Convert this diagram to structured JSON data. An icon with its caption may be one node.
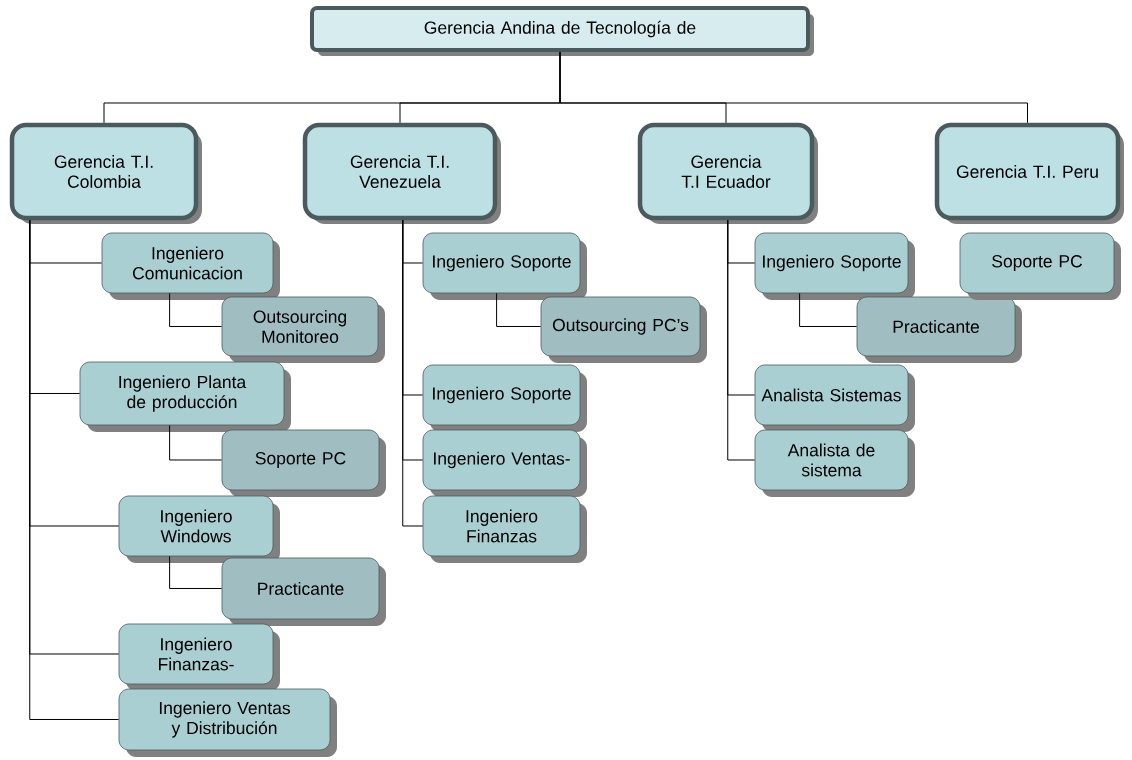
{
  "diagram": {
    "nodes": [
      {
        "text": [
          "Gerencia Andina de Tecnología de"
        ]
      },
      {
        "text": [
          "Gerencia T.I. Colombia"
        ]
      },
      {
        "text": [
          "Gerencia T.I. Venezuela"
        ]
      },
      {
        "text": [
          "Gerencia T.I Ecuador"
        ]
      },
      {
        "text": [
          "Gerencia T.I. Peru"
        ]
      },
      {
        "text": [
          "Ingeniero Comunicacion"
        ]
      },
      {
        "text": [
          "Outsourcing Monitoreo"
        ]
      },
      {
        "text": [
          "Ingeniero Planta de producción"
        ]
      },
      {
        "text": [
          "Soporte PC"
        ]
      },
      {
        "text": [
          "Ingeniero Windows"
        ]
      },
      {
        "text": [
          "Practicante"
        ]
      },
      {
        "text": [
          "Ingeniero Finanzas-"
        ]
      },
      {
        "text": [
          "Ingeniero Ventas y Distribución"
        ]
      },
      {
        "text": [
          "Ingeniero Soporte"
        ]
      },
      {
        "text": [
          "Outsourcing PC’s"
        ]
      },
      {
        "text": [
          "Ingeniero Soporte"
        ]
      },
      {
        "text": [
          "Ingeniero Ventas-"
        ]
      },
      {
        "text": [
          "Ingeniero Finanzas"
        ]
      },
      {
        "text": [
          "Ingeniero Soporte"
        ]
      },
      {
        "text": [
          "Practicante"
        ]
      },
      {
        "text": [
          "Analista Sistemas"
        ]
      },
      {
        "text": [
          "Analista de sistema"
        ]
      },
      {
        "text": [
          "Soporte PC"
        ]
      }
    ],
    "edges": [
      {
        "from": 0,
        "to": 1,
        "arrow": "none"
      },
      {
        "from": 0,
        "to": 2,
        "arrow": "none"
      },
      {
        "from": 0,
        "to": 3,
        "arrow": "none"
      },
      {
        "from": 0,
        "to": 4,
        "arrow": "none"
      },
      {
        "from": 1,
        "to": 5,
        "arrow": "none"
      },
      {
        "from": 5,
        "to": 6,
        "arrow": "none"
      },
      {
        "from": 1,
        "to": 7,
        "arrow": "none"
      },
      {
        "from": 7,
        "to": 8,
        "arrow": "none"
      },
      {
        "from": 1,
        "to": 9,
        "arrow": "none"
      },
      {
        "from": 9,
        "to": 10,
        "arrow": "none"
      },
      {
        "from": 1,
        "to": 11,
        "arrow": "none"
      },
      {
        "from": 1,
        "to": 12,
        "arrow": "none"
      },
      {
        "from": 2,
        "to": 13,
        "arrow": "none"
      },
      {
        "from": 13,
        "to": 14,
        "arrow": "none"
      },
      {
        "from": 2,
        "to": 15,
        "arrow": "none"
      },
      {
        "from": 2,
        "to": 16,
        "arrow": "none"
      },
      {
        "from": 2,
        "to": 17,
        "arrow": "none"
      },
      {
        "from": 3,
        "to": 18,
        "arrow": "none"
      },
      {
        "from": 18,
        "to": 19,
        "arrow": "none"
      },
      {
        "from": 3,
        "to": 20,
        "arrow": "none"
      },
      {
        "from": 3,
        "to": 21,
        "arrow": "none"
      }
    ]
  }
}
